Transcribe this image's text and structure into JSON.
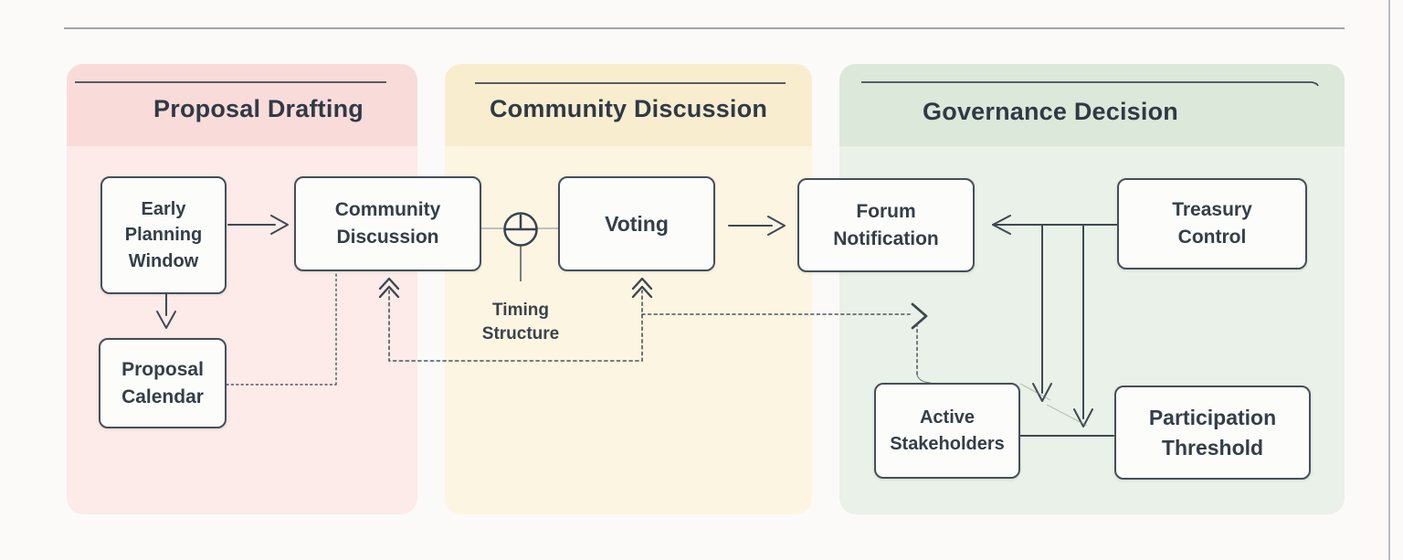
{
  "diagram": {
    "lanes": [
      {
        "title": "Proposal Drafting",
        "header_color": "#f9dcd9",
        "body_color": "#fcebe8"
      },
      {
        "title": "Community Discussion",
        "header_color": "#f8edcf",
        "body_color": "#fcf5e1"
      },
      {
        "title": "Governance Decision",
        "header_color": "#dce8da",
        "body_color": "#eaf1e8"
      }
    ],
    "nodes": {
      "early_planning_window": {
        "lines": [
          "Early",
          "Planning",
          "Window"
        ]
      },
      "community_discussion": {
        "lines": [
          "Community",
          "Discussion"
        ]
      },
      "voting": {
        "lines": [
          "Voting"
        ]
      },
      "forum_notification": {
        "lines": [
          "Forum",
          "Notification"
        ]
      },
      "treasury_control": {
        "lines": [
          "Treasury",
          "Control"
        ]
      },
      "proposal_calendar": {
        "lines": [
          "Proposal",
          "Calendar"
        ]
      },
      "active_stakeholders": {
        "lines": [
          "Active",
          "Stakeholders"
        ]
      },
      "participation_threshold": {
        "lines": [
          "Participation",
          "Threshold"
        ]
      }
    },
    "annotations": {
      "timing_structure": {
        "lines": [
          "Timing",
          "Structure"
        ],
        "icon": "clock-icon"
      }
    },
    "colors": {
      "box_border": "#454f59",
      "box_fill": "#fcfcfa",
      "text": "#323d47",
      "connector": "#3e4954",
      "dashed_connector": "#4a545e"
    }
  }
}
